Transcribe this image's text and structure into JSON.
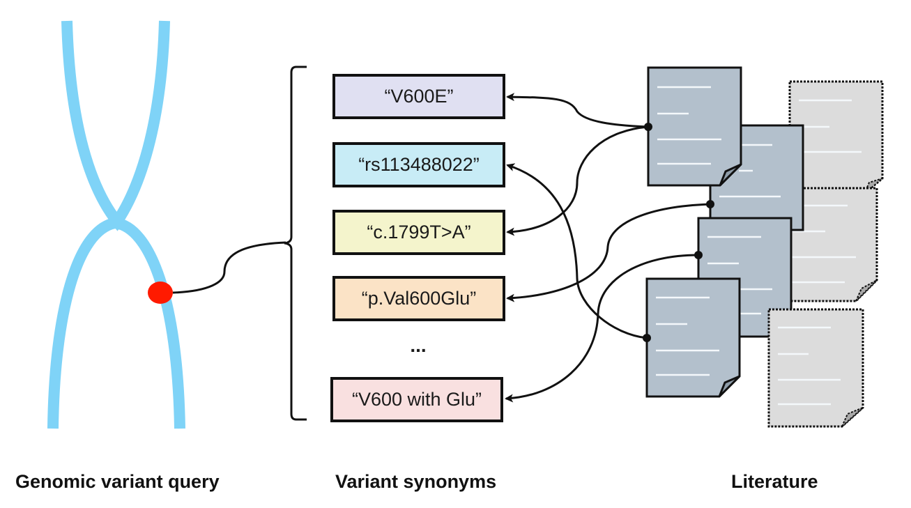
{
  "captions": {
    "query": "Genomic variant query",
    "synonyms": "Variant synonyms",
    "literature": "Literature"
  },
  "chromosome": {
    "icon": "chromosome-icon",
    "color": "#7fd3f7",
    "variant_marker_color": "#ff1a00"
  },
  "synonyms": [
    {
      "label": "“V600E”",
      "color": "#e0e0f2"
    },
    {
      "label": "“rs113488022”",
      "color": "#c8ecf6"
    },
    {
      "label": "“c.1799T>A”",
      "color": "#f4f4cc"
    },
    {
      "label": "“p.Val600Glu”",
      "color": "#fbe3c6"
    },
    {
      "label": "“V600 with Glu”",
      "color": "#f9e0e0"
    }
  ],
  "ellipsis": "...",
  "literature": {
    "found_document_color": "#b3c0cc",
    "unmatched_document_color": "#dcdcdc",
    "found_documents": 4,
    "unmatched_documents": 3
  },
  "links": [
    {
      "from_document": 1,
      "to_synonym": "“V600E”"
    },
    {
      "from_document": 1,
      "to_synonym": "“c.1799T>A”"
    },
    {
      "from_document": 2,
      "to_synonym": "“p.Val600Glu”"
    },
    {
      "from_document": 3,
      "to_synonym": "“V600 with Glu”"
    },
    {
      "from_document": 4,
      "to_synonym": "“rs113488022”"
    }
  ]
}
